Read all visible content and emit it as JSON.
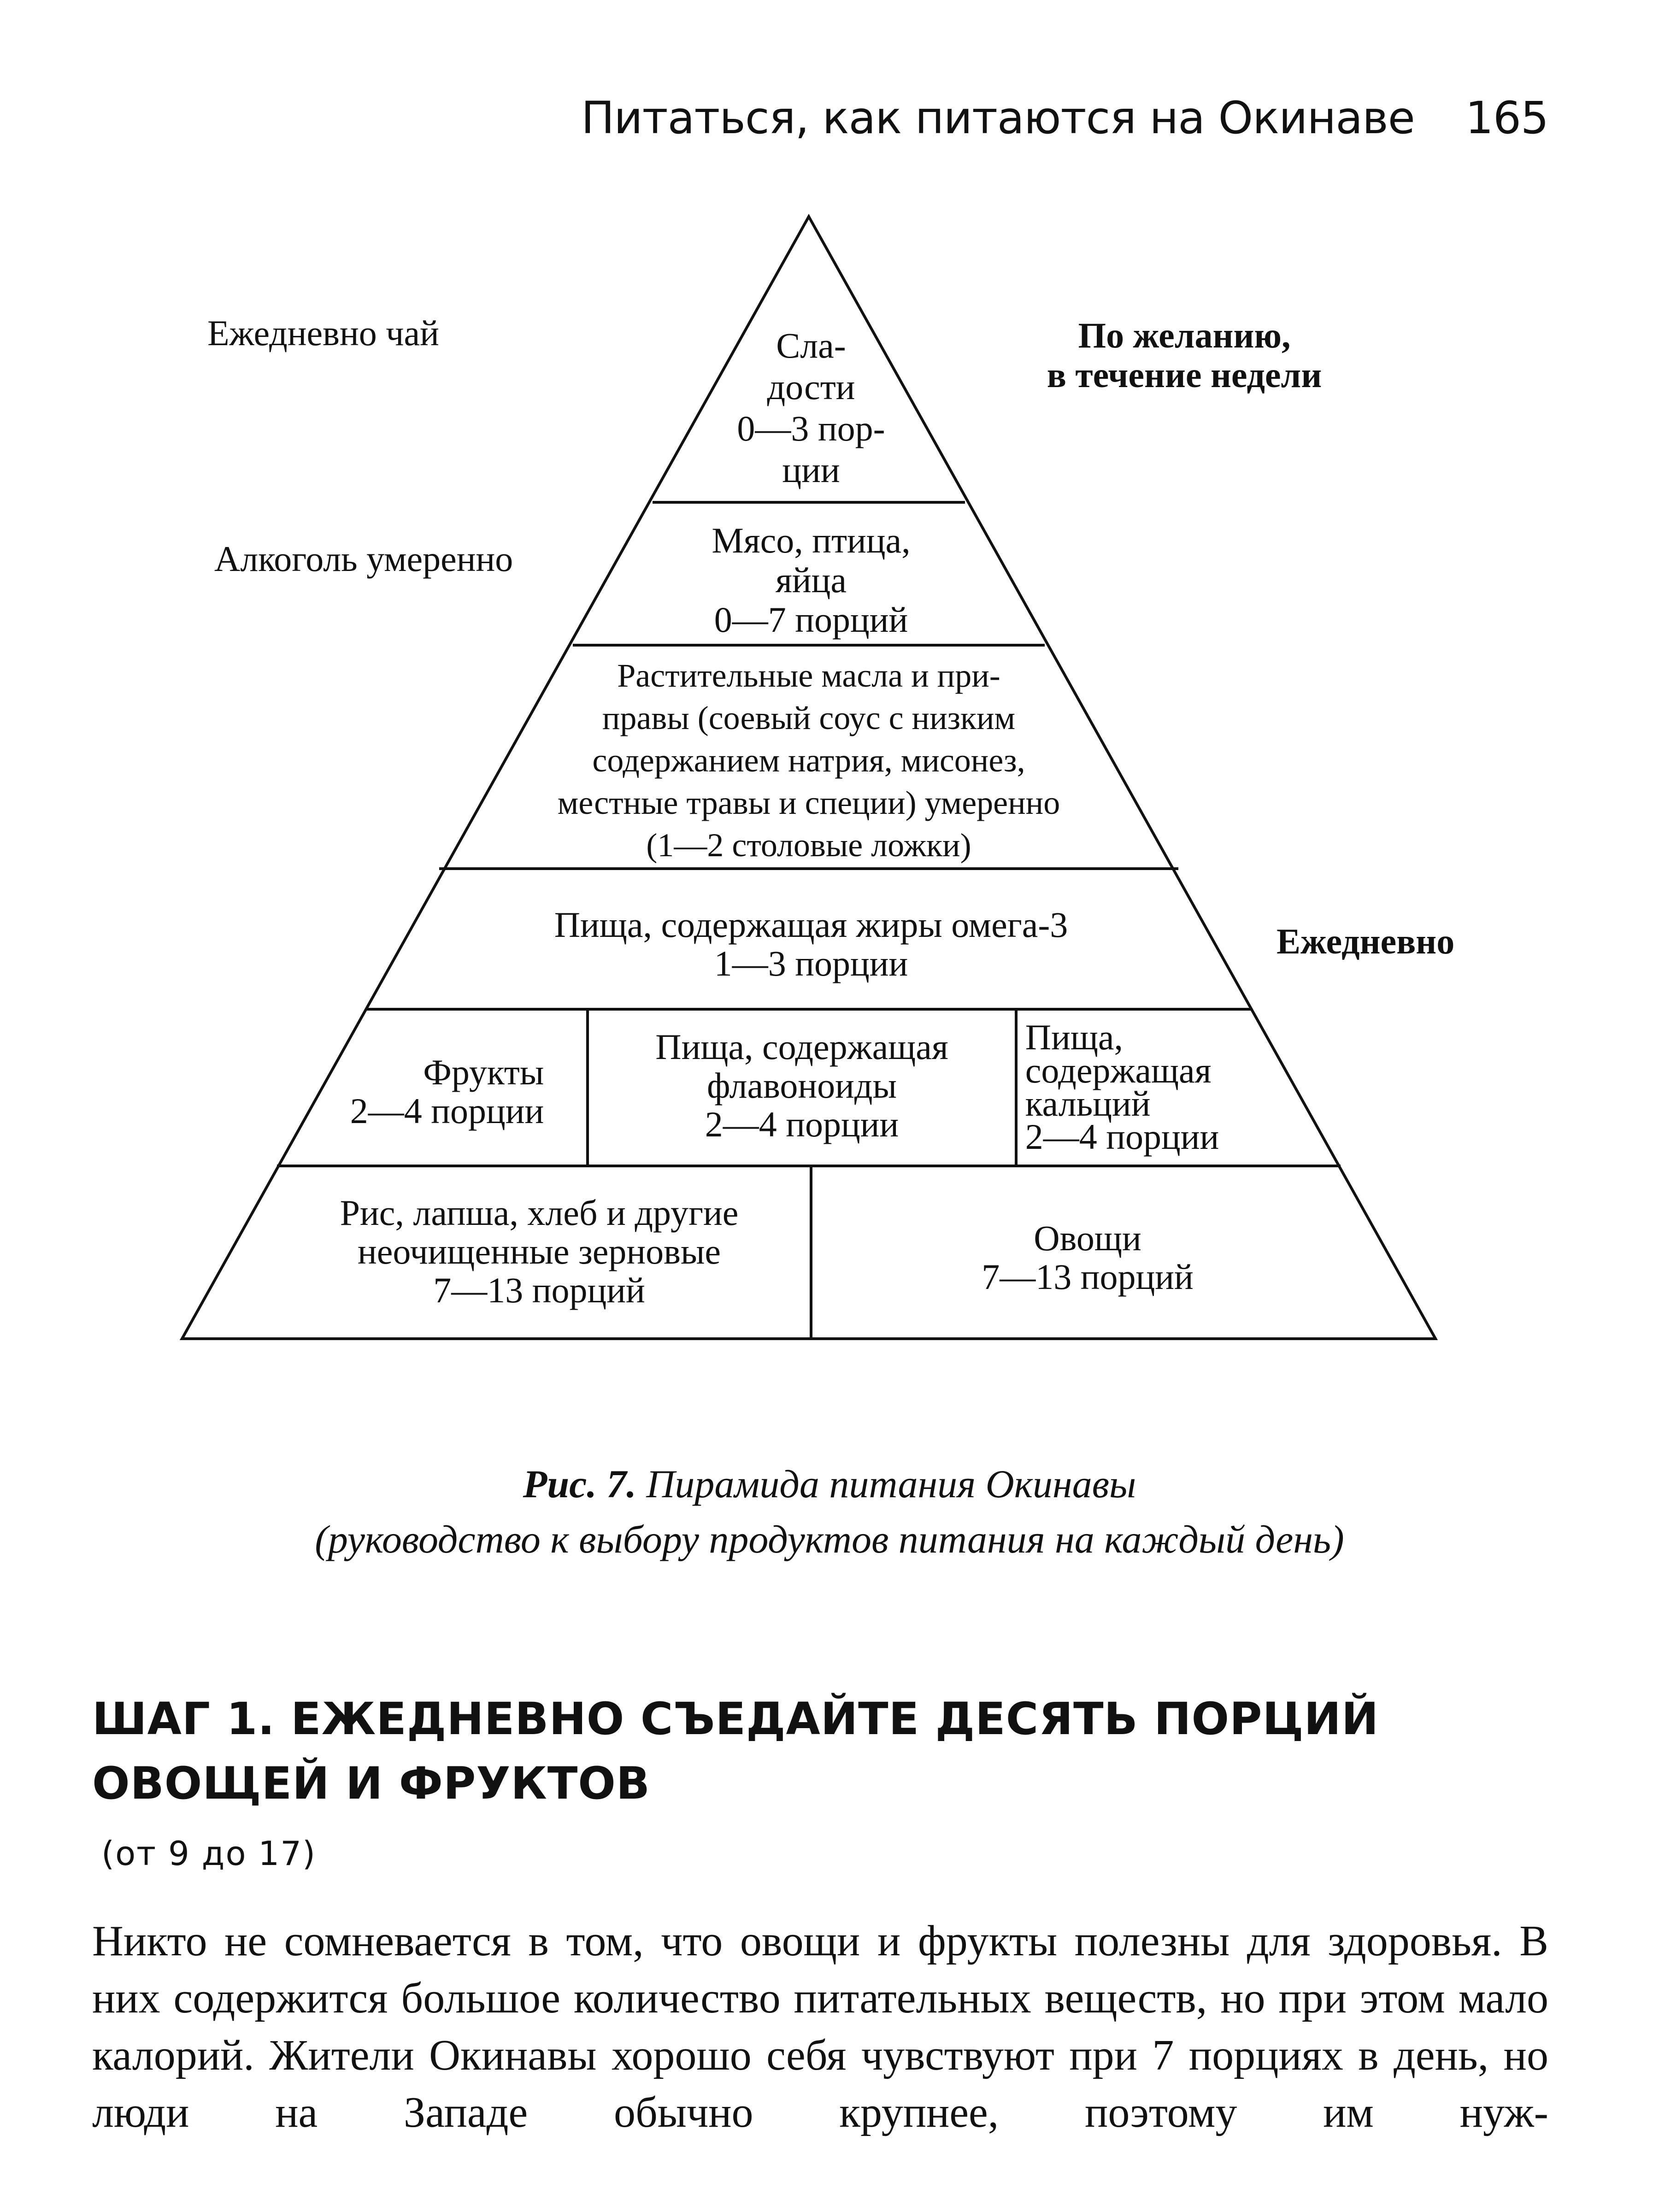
{
  "header": {
    "running_title": "Питаться, как питаются на Окинаве",
    "page_number": "165"
  },
  "pyramid": {
    "left_labels": [
      "Ежедневно чай",
      "Алкоголь умеренно"
    ],
    "right_labels": [
      "По желанию,\nв течение недели",
      "Ежедневно"
    ],
    "tiers": [
      {
        "cells": [
          "Сла-\nдости\n0—3 пор-\nции"
        ]
      },
      {
        "cells": [
          "Мясо, птица,\nяйца\n0—7 порций"
        ]
      },
      {
        "cells": [
          "Растительные масла и при-\nправы (соевый соус с низким\nсодержанием натрия, мисонез,\nместные травы и специи) умеренно\n(1—2 столовые ложки)"
        ]
      },
      {
        "cells": [
          "Пища, содержащая жиры омега-3\n1—3 порции"
        ]
      },
      {
        "cells": [
          "Фрукты\n2—4 порции",
          "Пища, содержащая\nфлавоноиды\n2—4 порции",
          "Пища,\nсодержащая\nкальций\n2—4 порции"
        ]
      },
      {
        "cells": [
          "Рис, лапша, хлеб и другие\nнеочищенные зерновые\n7—13 порций",
          "Овощи\n7—13 порций"
        ]
      }
    ]
  },
  "caption": {
    "fig_label": "Рис. 7.",
    "line1": "Пирамида питания Окинавы",
    "line2": "(руководство к выбору продуктов питания на каждый день)"
  },
  "section": {
    "title": "ШАГ 1. ЕЖЕДНЕВНО СЪЕДАЙТЕ ДЕСЯТЬ ПОРЦИЙ ОВОЩЕЙ И ФРУКТОВ",
    "subtitle": "(от 9 до 17)",
    "body": "Никто не сомневается в том, что овощи и фрукты полезны для здоровья. В них содержится большое количество питательных веществ, но при этом мало калорий. Жители Окинавы хорошо себя чувствуют при 7 порциях в день, но люди на Западе обычно крупнее, поэтому им нуж-"
  }
}
